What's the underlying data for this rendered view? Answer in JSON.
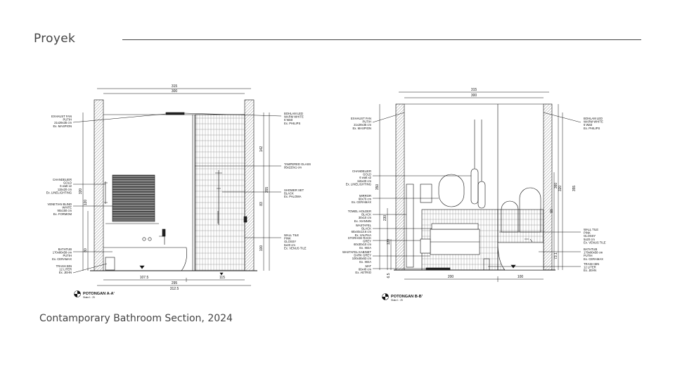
{
  "header": {
    "title": "Proyek"
  },
  "caption": "Contamporary Bathroom Section, 2024",
  "section_a": {
    "title": "POTONGAN A-A'",
    "scale": "Skala 1 : 25",
    "top_dims": [
      "315",
      "300"
    ],
    "bottom_dims": [
      "107.5",
      "115",
      "295",
      "312.5"
    ],
    "left_dims": [
      "320",
      "120",
      "80"
    ],
    "right_dims": [
      "142",
      "83",
      "100",
      "355"
    ],
    "labels_left": [
      [
        "EXHAUST FAN",
        "PUTIH",
        "21x29x35 cm",
        "Ex. MASPION"
      ],
      [
        "CHANDELIER",
        "GOLD",
        "6 watt x2",
        "115x20 cm",
        "Ex. LINELIGHTING"
      ],
      [
        "VENETIAN BLIND",
        "WHITE",
        "90x150 cm",
        "Ex. FORMOM"
      ],
      [
        "BATHTUB",
        "170x80x58 cm",
        "PUTIH",
        "Ex. CERAMAX"
      ],
      [
        "TRASH BIN",
        "12 LITER",
        "Ex. JEHN"
      ]
    ],
    "labels_right": [
      [
        "BOHLAM LED",
        "WARM WHITE",
        "6 Watt",
        "Ex. PHILIPS"
      ],
      [
        "TAMPERED GLASS",
        "95x220x1 cm"
      ],
      [
        "SHOWER SET",
        "BLACK",
        "Ex. PALOMA"
      ],
      [
        "WALL TILE",
        "PINK",
        "GLOSSY",
        "5x20 cm",
        "Ex. VENUS TILE"
      ]
    ]
  },
  "section_b": {
    "title": "POTONGAN B-B'",
    "scale": "Skala 1 : 25",
    "top_dims": [
      "315",
      "300"
    ],
    "bottom_dims": [
      "200",
      "100"
    ],
    "left_dims": [
      "350",
      "230",
      "120",
      "6.5"
    ],
    "right_dims": [
      "360",
      "320",
      "90",
      "73.1",
      "355"
    ],
    "labels_left": [
      [
        "EXHAUST FAN",
        "PUTIH",
        "21x29x35 cm",
        "Ex. MASPION"
      ],
      [
        "CHANDELIER",
        "GOLD",
        "6 watt x2",
        "115x20 cm",
        "Ex. LINELIGHTING"
      ],
      [
        "MIRROR",
        "60x70 cm",
        "Ex. CERAMAX"
      ],
      [
        "TOWEL HOLDER",
        "BLACK",
        "30x10 cm",
        "Ex. XIANNIN"
      ],
      [
        "WASTAFEL",
        "BLACK",
        "60x40x13.6 cm",
        "Ex. VALPHA"
      ],
      [
        "STORAGE RACK",
        "GREY",
        "60x30x10 cm",
        "Ex. IKEA"
      ],
      [
        "WASTAFEL KABINET",
        "DARK GREY",
        "100x48x63 cm",
        "Ex. IKEA"
      ],
      [
        "MAT",
        "60x40 cm",
        "Ex. AETRIO"
      ]
    ],
    "labels_right": [
      [
        "BOHLAM LED",
        "WARM WHITE",
        "6 Watt",
        "Ex. PHILIPS"
      ],
      [
        "WALL TILE",
        "PINK",
        "GLOSSY",
        "5x20 cm",
        "Ex. VENUS TILE"
      ],
      [
        "BATHTUB",
        "170x80x58 cm",
        "PUTIH",
        "Ex. CERAMAX"
      ],
      [
        "TRASH BIN",
        "12 LITER",
        "Ex. JEHN"
      ]
    ]
  }
}
